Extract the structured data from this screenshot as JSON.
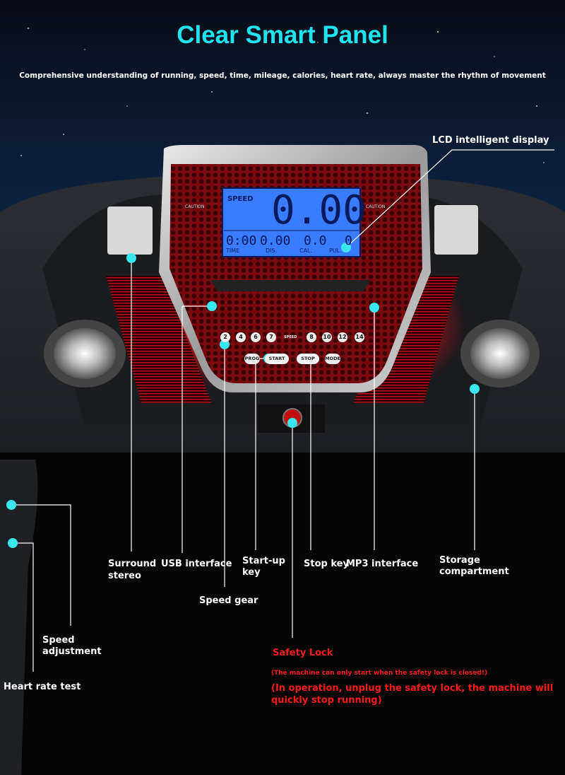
{
  "header": {
    "title": "Clear Smart Panel",
    "subtitle": "Comprehensive understanding of running, speed, time, mileage, calories, heart rate, always master the rhythm of movement"
  },
  "display": {
    "speed_label": "SPEED",
    "speed_value": "0.00",
    "time_value": "0:00",
    "distance_value": "0.00",
    "calories_value": "0.0",
    "pulse_value": "0",
    "time_caption": "TIME",
    "distance_caption": "DIS.",
    "calories_caption": "CAL.",
    "pulse_caption": "PUL.",
    "caution_title": "CAUTION"
  },
  "panel": {
    "start_label": "START",
    "stop_label": "STOP",
    "speed_strip_label": "SPEED",
    "mode_label": "MODE",
    "prog_label": "PROG",
    "speed_gears": [
      "2",
      "4",
      "6",
      "7",
      "8",
      "10",
      "12",
      "14"
    ]
  },
  "callouts": {
    "lcd_display": "LCD intelligent display",
    "surround_stereo_1": "Surround",
    "surround_stereo_2": "stereo",
    "usb_interface": "USB interface",
    "startup_key_1": "Start-up",
    "startup_key_2": "key",
    "stop_key": "Stop key",
    "mp3_interface": "MP3 interface",
    "storage_1": "Storage",
    "storage_2": "compartment",
    "speed_gear": "Speed gear",
    "speed_adjustment_1": "Speed",
    "speed_adjustment_2": "adjustment",
    "heart_rate_test": "Heart rate test",
    "safety_lock": "Safety Lock",
    "safety_note": "(The machine can only start when the safety lock is closed!)",
    "safety_warning_1": "(In operation, unplug the safety lock, the machine will",
    "safety_warning_2": "quickly stop running)"
  },
  "colors": {
    "title": "#1fe3ee",
    "marker": "#39e8ee",
    "panel_red": "#8a0a10",
    "lcd_blue": "#3a7cff",
    "warning_red": "#ff1a1a"
  }
}
